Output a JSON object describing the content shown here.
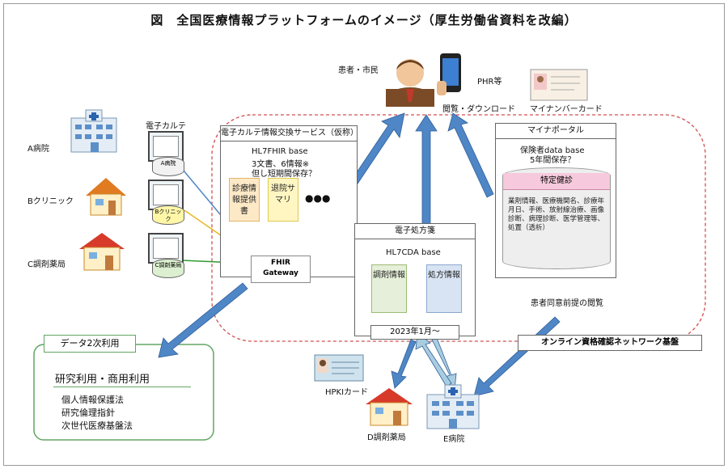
{
  "title": "図　全国医療情報プラットフォームのイメージ（厚生労働省資料を改編）",
  "patient": {
    "label": "患者・市民",
    "phr": "PHR等",
    "view": "閲覧・ダウンロード",
    "mynumber": "マイナンバーカード"
  },
  "facilities": {
    "a_hospital": "A病院",
    "b_clinic": "Bクリニック",
    "c_pharmacy": "C調剤薬局",
    "emr_label": "電子カルテ",
    "a_disk": "A病院",
    "b_disk": "Bクリニック",
    "c_disk": "C調剤薬局"
  },
  "emr_service": {
    "header": "電子カルテ情報交換サービス（仮称）",
    "base_line1": "HL7FHIR base",
    "base_line2": "3文書、6情報※",
    "base_line3": "但し短期間保存？",
    "doc1": "診療情報提供書",
    "doc2": "退院サマリ",
    "dots": "●●●",
    "gateway": "FHIR Gateway"
  },
  "eprescription": {
    "header": "電子処方箋",
    "base": "HL7CDA base",
    "doc1": "調剤情報",
    "doc2": "処方情報",
    "date": "2023年1月～"
  },
  "myna_portal": {
    "header": "マイナポータル",
    "line1": "保険者data base",
    "line2": "5年間保存？",
    "checkup": "特定健診",
    "details": "業剤情報、医療機関名、診療年月日、手術、放射線治療、画像診断、病理診断、医学管理等、処置（透析）"
  },
  "consent": "患者同意前提の閲覧",
  "network": "オンライン資格確認ネットワーク基盤",
  "secondary_use": {
    "header": "データ2次利用",
    "subtitle": "研究利用・商用利用",
    "items": [
      "個人情報保護法",
      "研究倫理指針",
      "次世代医療基盤法"
    ]
  },
  "bottom": {
    "hpki": "HPKIカード",
    "d_pharmacy": "D調剤薬局",
    "e_hospital": "E病院"
  },
  "colors": {
    "arrow_blue": "#4f86c6",
    "red_dash": "#d05050",
    "green_border": "#62a562",
    "line_yellow": "#e8b820",
    "line_green": "#2e9b2e"
  }
}
